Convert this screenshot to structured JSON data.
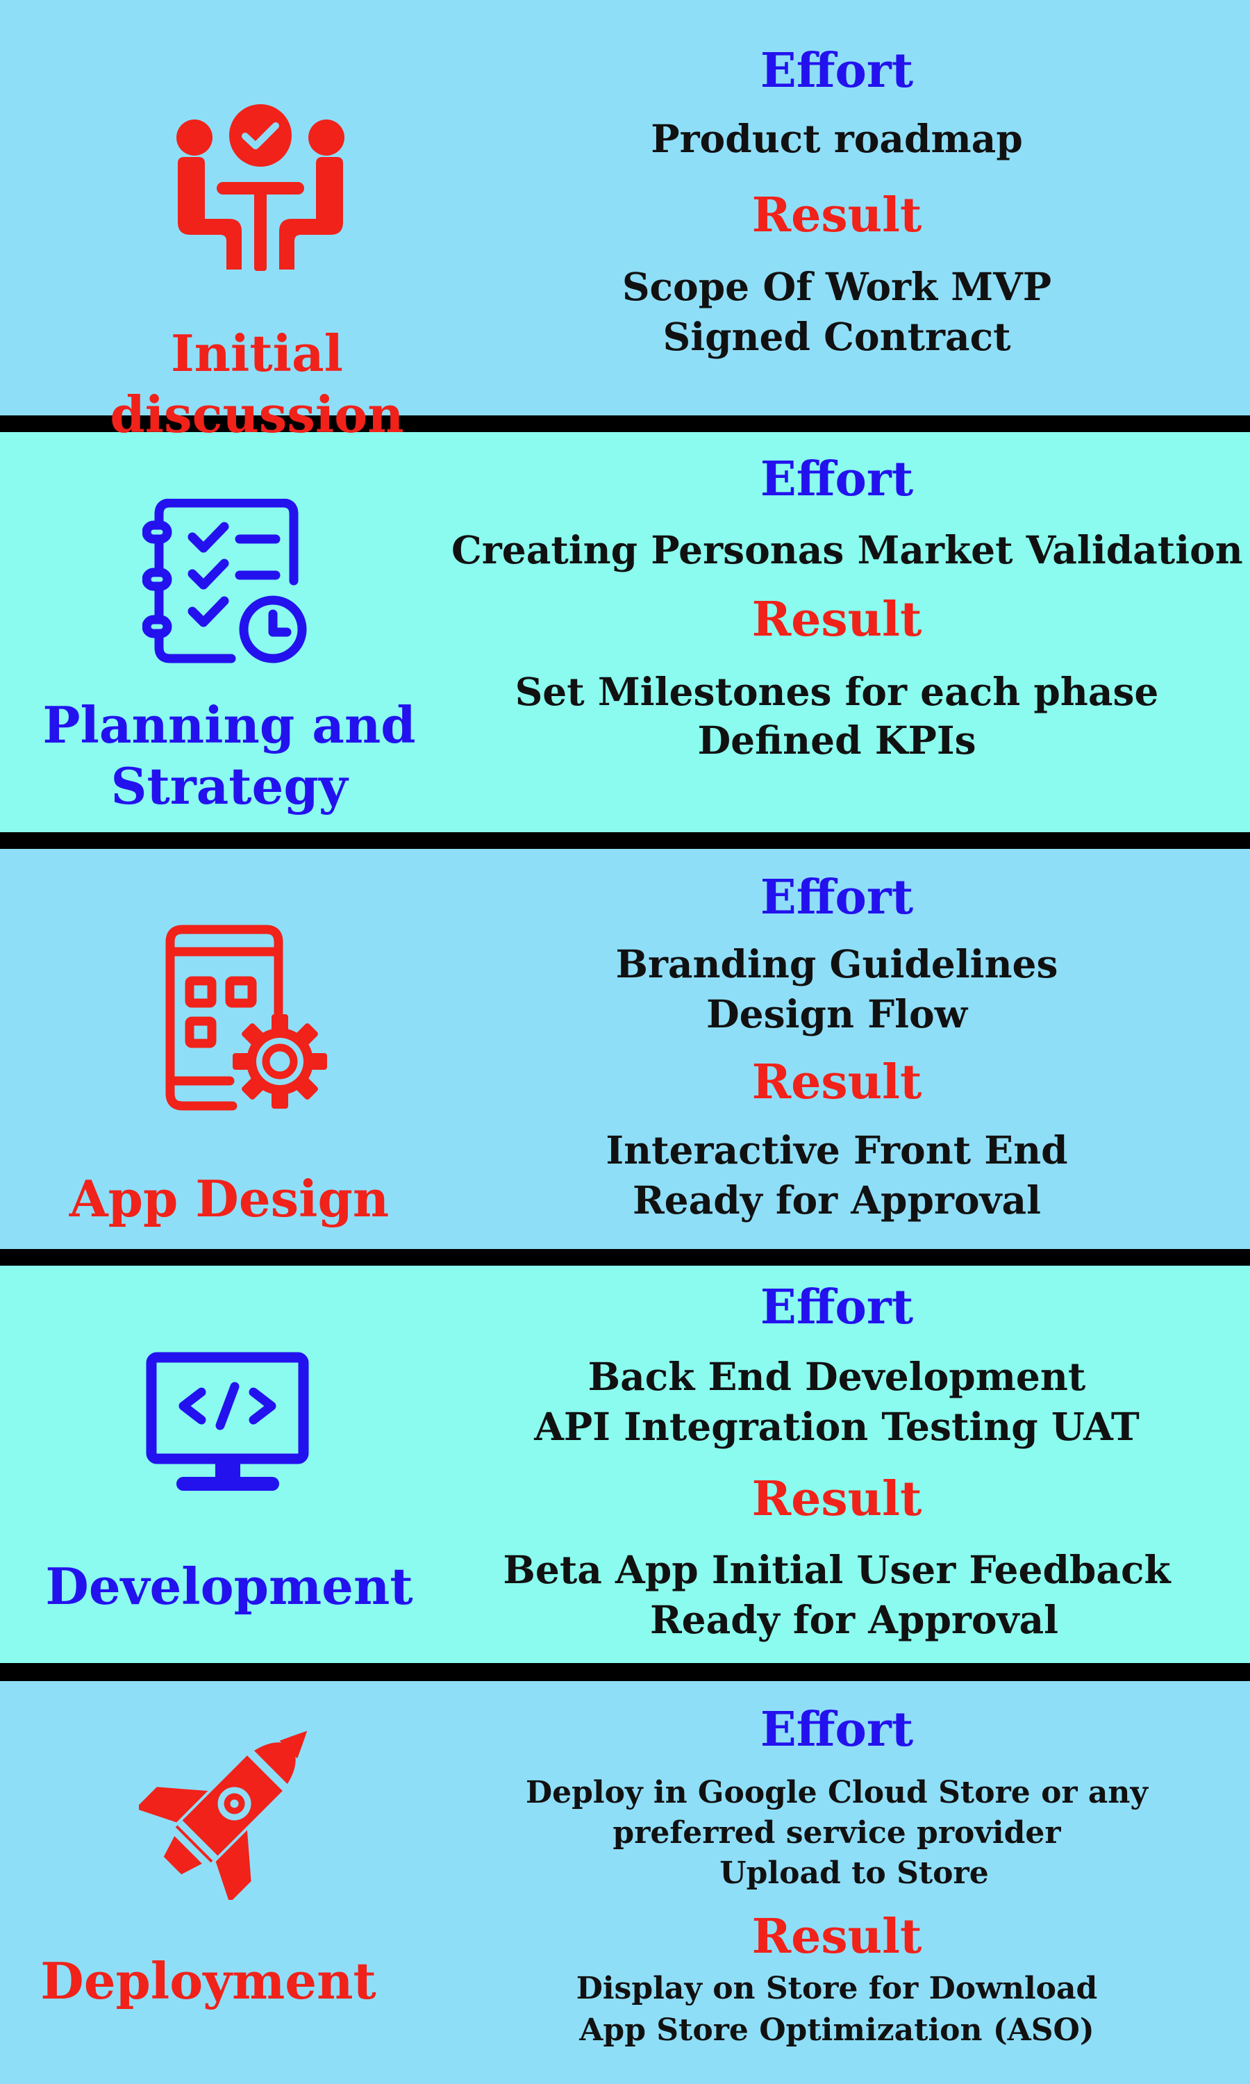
{
  "colors": {
    "band_blue": "#8FDEF8",
    "band_teal": "#8AFBEE",
    "separator": "#000000",
    "red": "#F0221A",
    "blue": "#2312EE",
    "text": "#111111"
  },
  "stages": [
    {
      "title": "Initial discussion",
      "icon": "meeting-people-check-icon",
      "effort_heading": "Effort",
      "effort_lines": [
        "Product  roadmap"
      ],
      "result_heading": "Result",
      "result_lines": [
        "Scope Of Work  MVP",
        "Signed Contract"
      ]
    },
    {
      "title_lines": [
        "Planning and",
        "Strategy"
      ],
      "icon": "checklist-clock-icon",
      "effort_heading": "Effort",
      "effort_lines": [
        "Creating Personas Market Validation"
      ],
      "result_heading": "Result",
      "result_lines": [
        "Set Milestones for each phase",
        "Defined KPIs"
      ]
    },
    {
      "title": "App Design",
      "icon": "mobile-app-gear-icon",
      "effort_heading": "Effort",
      "effort_lines": [
        "Branding Guidelines",
        "Design Flow"
      ],
      "result_heading": "Result",
      "result_lines": [
        "Interactive Front End",
        "Ready for Approval"
      ]
    },
    {
      "title": "Development",
      "icon": "monitor-code-icon",
      "effort_heading": "Effort",
      "effort_lines": [
        "Back End Development",
        "API Integration Testing UAT"
      ],
      "result_heading": "Result",
      "result_lines": [
        "Beta App  Initial User Feedback",
        "Ready for Approval"
      ]
    },
    {
      "title": "Deployment",
      "icon": "rocket-icon",
      "effort_heading": "Effort",
      "effort_lines": [
        "Deploy in Google Cloud Store or any",
        "preferred service provider",
        "Upload to Store"
      ],
      "result_heading": "Result",
      "result_lines": [
        "Display on Store for Download",
        "App Store Optimization (ASO)"
      ]
    }
  ]
}
